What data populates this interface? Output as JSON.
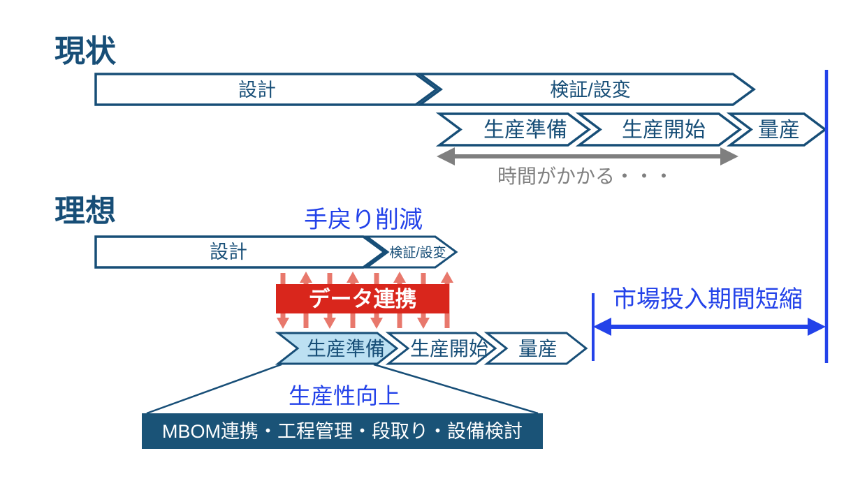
{
  "colors": {
    "navy": "#174E77",
    "accent_blue": "#2342E9",
    "red": "#D9261C",
    "salmon": "#E8786C",
    "light_blue_fill": "#BCE0F2",
    "dark_box_fill": "#1A5377",
    "gray": "#7F7F7F"
  },
  "current": {
    "heading": "現状",
    "phases_row1": [
      "設計",
      "検証/設変"
    ],
    "phases_row2": [
      "生産準備",
      "生産開始",
      "量産"
    ],
    "time_note": "時間がかかる・・・"
  },
  "ideal": {
    "heading": "理想",
    "rework_label": "手戻り削減",
    "phases_row1": [
      "設計",
      "検証/設変"
    ],
    "data_link_label": "データ連携",
    "phases_row2": [
      "生産準備",
      "生産開始",
      "量産"
    ],
    "market_label": "市場投入期間短縮",
    "productivity_label": "生産性向上",
    "detail_label": "MBOM連携・工程管理・段取り・設備検討"
  }
}
